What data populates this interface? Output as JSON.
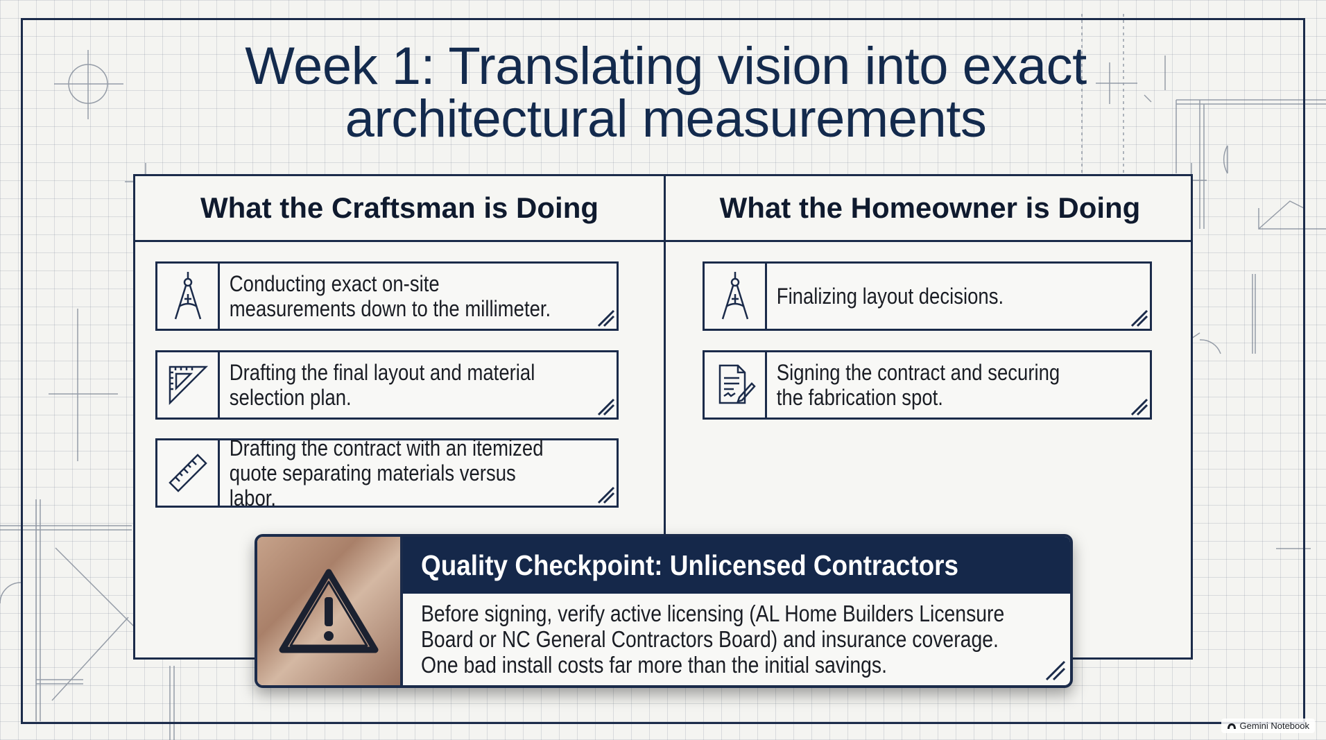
{
  "title_line1": "Week 1: Translating vision into exact",
  "title_line2": "architectural measurements",
  "craftsman": {
    "heading": "What the Craftsman is Doing",
    "items": [
      {
        "icon": "compass-icon",
        "text": "Conducting exact on-site measurements down to the millimeter."
      },
      {
        "icon": "set-square-icon",
        "text": "Drafting the final layout and material selection plan."
      },
      {
        "icon": "ruler-icon",
        "text": "Drafting the contract with an itemized quote separating materials versus labor."
      }
    ]
  },
  "homeowner": {
    "heading": "What the Homeowner is Doing",
    "items": [
      {
        "icon": "compass-icon",
        "text": "Finalizing layout decisions."
      },
      {
        "icon": "contract-signing-icon",
        "text": "Signing the contract and securing the fabrication spot."
      }
    ]
  },
  "checkpoint": {
    "title": "Quality Checkpoint: Unlicensed Contractors",
    "body": "Before signing, verify active licensing (AL Home Builders Licensure Board or NC General Contractors Board) and insurance coverage. One bad install costs far more than the initial savings.",
    "icon": "warning-icon"
  },
  "badge": "Gemini Notebook",
  "colors": {
    "navy": "#15284a",
    "ink": "#1b2b4a",
    "paper": "#f4f4f1",
    "bronze": "#b08a72"
  }
}
